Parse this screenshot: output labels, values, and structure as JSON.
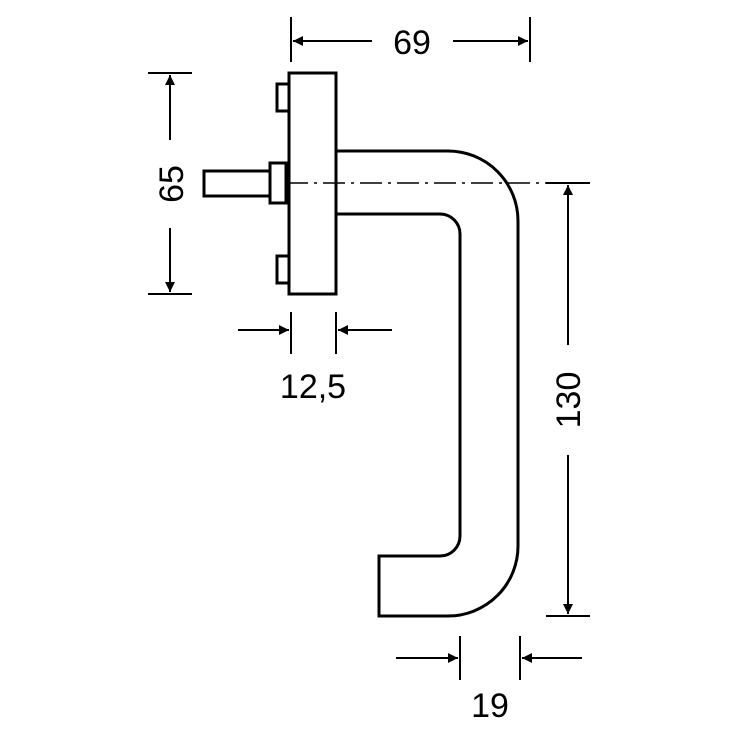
{
  "colors": {
    "line": "#000000",
    "background": "#ffffff"
  },
  "dimensions": {
    "width_total": "69",
    "rose_height": "65",
    "rose_thickness": "12,5",
    "handle_length": "130",
    "grip_width": "19"
  }
}
